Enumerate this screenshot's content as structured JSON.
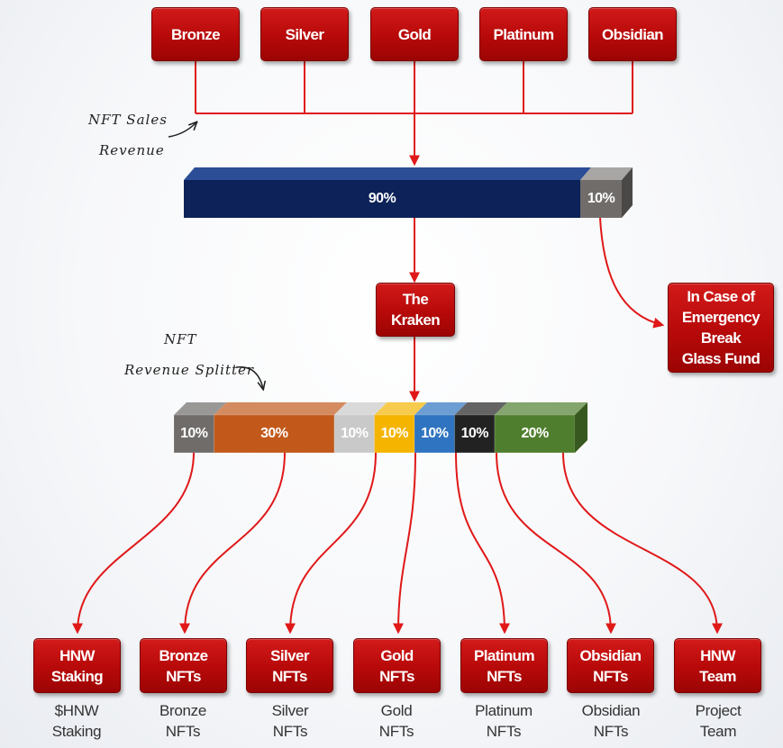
{
  "tiers": [
    "Bronze",
    "Silver",
    "Gold",
    "Platinum",
    "Obsidian"
  ],
  "annotations": {
    "nft_sales_line1": "NFT Sales",
    "nft_sales_line2": "Revenue",
    "splitter_line1": "NFT",
    "splitter_line2": "Revenue Splitter"
  },
  "top_bar": {
    "main": "90%",
    "side": "10%"
  },
  "kraken": "The\nKraken",
  "emergency": "In Case of\nEmergency\nBreak\nGlass Fund",
  "splitter_segments": [
    {
      "label": "10%",
      "value": 10,
      "color": "#6f6c6a"
    },
    {
      "label": "30%",
      "value": 30,
      "color": "#c2591a"
    },
    {
      "label": "10%",
      "value": 10,
      "color": "#c9c9c9"
    },
    {
      "label": "10%",
      "value": 10,
      "color": "#f4b400"
    },
    {
      "label": "10%",
      "value": 10,
      "color": "#2f74c0"
    },
    {
      "label": "10%",
      "value": 10,
      "color": "#222222"
    },
    {
      "label": "20%",
      "value": 20,
      "color": "#4f7f2e"
    }
  ],
  "destinations": [
    {
      "box": "HNW\nStaking",
      "caption": "$HNW\nStaking"
    },
    {
      "box": "Bronze\nNFTs",
      "caption": "Bronze\nNFTs"
    },
    {
      "box": "Silver\nNFTs",
      "caption": "Silver\nNFTs"
    },
    {
      "box": "Gold\nNFTs",
      "caption": "Gold\nNFTs"
    },
    {
      "box": "Platinum\nNFTs",
      "caption": "Platinum\nNFTs"
    },
    {
      "box": "Obsidian\nNFTs",
      "caption": "Obsidian\nNFTs"
    },
    {
      "box": "HNW\nTeam",
      "caption": "Project\nTeam"
    }
  ],
  "colors": {
    "accent_red": "#c00000",
    "navy_bar": "#0d2258",
    "grey_bar": "#6f6c6a",
    "arrow_red": "#e01818"
  }
}
